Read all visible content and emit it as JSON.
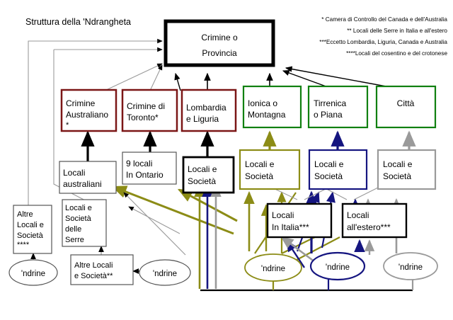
{
  "title": "Struttura della 'Ndrangheta",
  "footnotes": [
    "* Camera di Controllo del Canada e dell'Australia",
    "** Locali delle Serre in Italia e all'estero",
    "***Eccetto Lombardia, Liguria, Canada e Australia",
    "****Locali del cosentino e del crotonese"
  ],
  "colors": {
    "black": "#000000",
    "darkred": "#7B1616",
    "green": "#108010",
    "olive": "#8C8C16",
    "navy": "#151580",
    "gray": "#9A9A9A",
    "white": "#ffffff"
  },
  "nodes": {
    "root": {
      "label": "Crimine o\nProvincia",
      "lines": [
        "Crimine o",
        "Provincia"
      ],
      "color": "black"
    },
    "crimine_australiano": {
      "lines": [
        "Crimine",
        "Australiano",
        "*"
      ],
      "color": "darkred"
    },
    "crimine_toronto": {
      "lines": [
        "Crimine  di",
        "Toronto*"
      ],
      "color": "darkred"
    },
    "lombardia_liguria": {
      "lines": [
        "Lombardia",
        "e Liguria"
      ],
      "color": "darkred"
    },
    "ionica_montagna": {
      "lines": [
        "Ionica o",
        "Montagna"
      ],
      "color": "green"
    },
    "tirrenica_piana": {
      "lines": [
        "Tirrenica",
        "o Piana"
      ],
      "color": "green"
    },
    "citta": {
      "lines": [
        "Città"
      ],
      "color": "green"
    },
    "locali_australiani": {
      "lines": [
        "Locali",
        "australiani"
      ],
      "color": "gray"
    },
    "nove_locali_ontario": {
      "lines": [
        "9 locali",
        "In Ontario"
      ],
      "color": "gray"
    },
    "locali_societa_lombardia": {
      "lines": [
        "Locali e",
        "Società"
      ],
      "color": "black"
    },
    "locali_societa_ionica": {
      "lines": [
        "Locali e",
        "Società"
      ],
      "color": "olive"
    },
    "locali_societa_tirrenica": {
      "lines": [
        "Locali e",
        "Società"
      ],
      "color": "navy"
    },
    "locali_societa_citta": {
      "lines": [
        "Locali e",
        "Società"
      ],
      "color": "gray"
    },
    "altre_locali_societa": {
      "lines": [
        "Altre",
        "Locali e",
        "Società",
        "****"
      ],
      "color": "gray"
    },
    "locali_societa_serre": {
      "lines": [
        "Locali e",
        "Società",
        "delle",
        "Serre"
      ],
      "color": "gray"
    },
    "altre_locali_societa2": {
      "lines": [
        "Altre Locali",
        "e Società**"
      ],
      "color": "gray"
    },
    "locali_in_italia": {
      "lines": [
        "Locali",
        "In Italia***"
      ],
      "color": "black"
    },
    "locali_allestero": {
      "lines": [
        "Locali",
        "all'estero***"
      ],
      "color": "black"
    },
    "ndrine_1": {
      "label": "'ndrine",
      "color": "gray"
    },
    "ndrine_2": {
      "label": "'ndrine",
      "color": "gray"
    },
    "ndrine_3": {
      "label": "'ndrine",
      "color": "olive"
    },
    "ndrine_4": {
      "label": "'ndrine",
      "color": "navy"
    },
    "ndrine_5": {
      "label": "'ndrine",
      "color": "gray"
    }
  }
}
